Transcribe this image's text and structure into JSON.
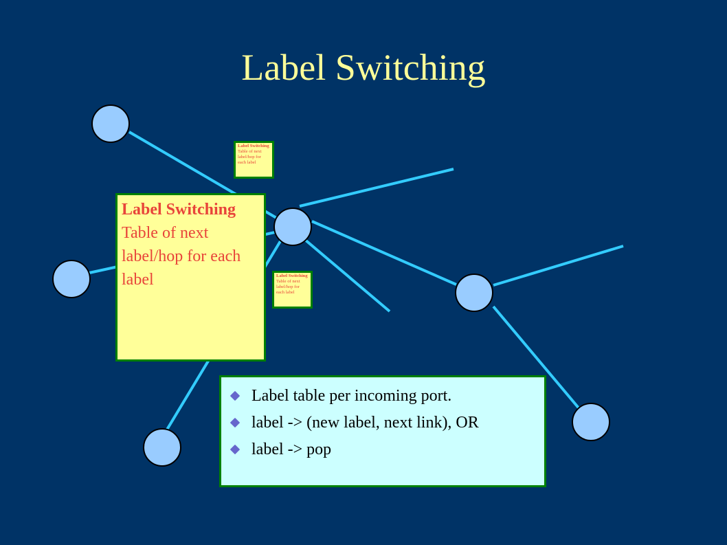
{
  "title": "Label Switching",
  "colors": {
    "background": "#003366",
    "title": "#FFFF99",
    "node_fill": "#99CCFF",
    "link": "#33CCFF",
    "table_fill": "#FFFF99",
    "table_text": "#E8443A",
    "table_border": "#008000",
    "bullet_box_fill": "#CCFFFF",
    "bullet_mark": "#6666CC"
  },
  "label_table": {
    "heading": "Label Switching",
    "body": "Table of next label/hop for each label"
  },
  "label_table_small_1": {
    "heading": "Label Switching",
    "body": "Table of next label/hop for each label"
  },
  "label_table_small_2": {
    "heading": "Label Switching",
    "body": "Table of next label/hop for each label"
  },
  "bullets": [
    "Label table per incoming port.",
    "label -> (new label, next link), OR",
    "label -> pop"
  ]
}
